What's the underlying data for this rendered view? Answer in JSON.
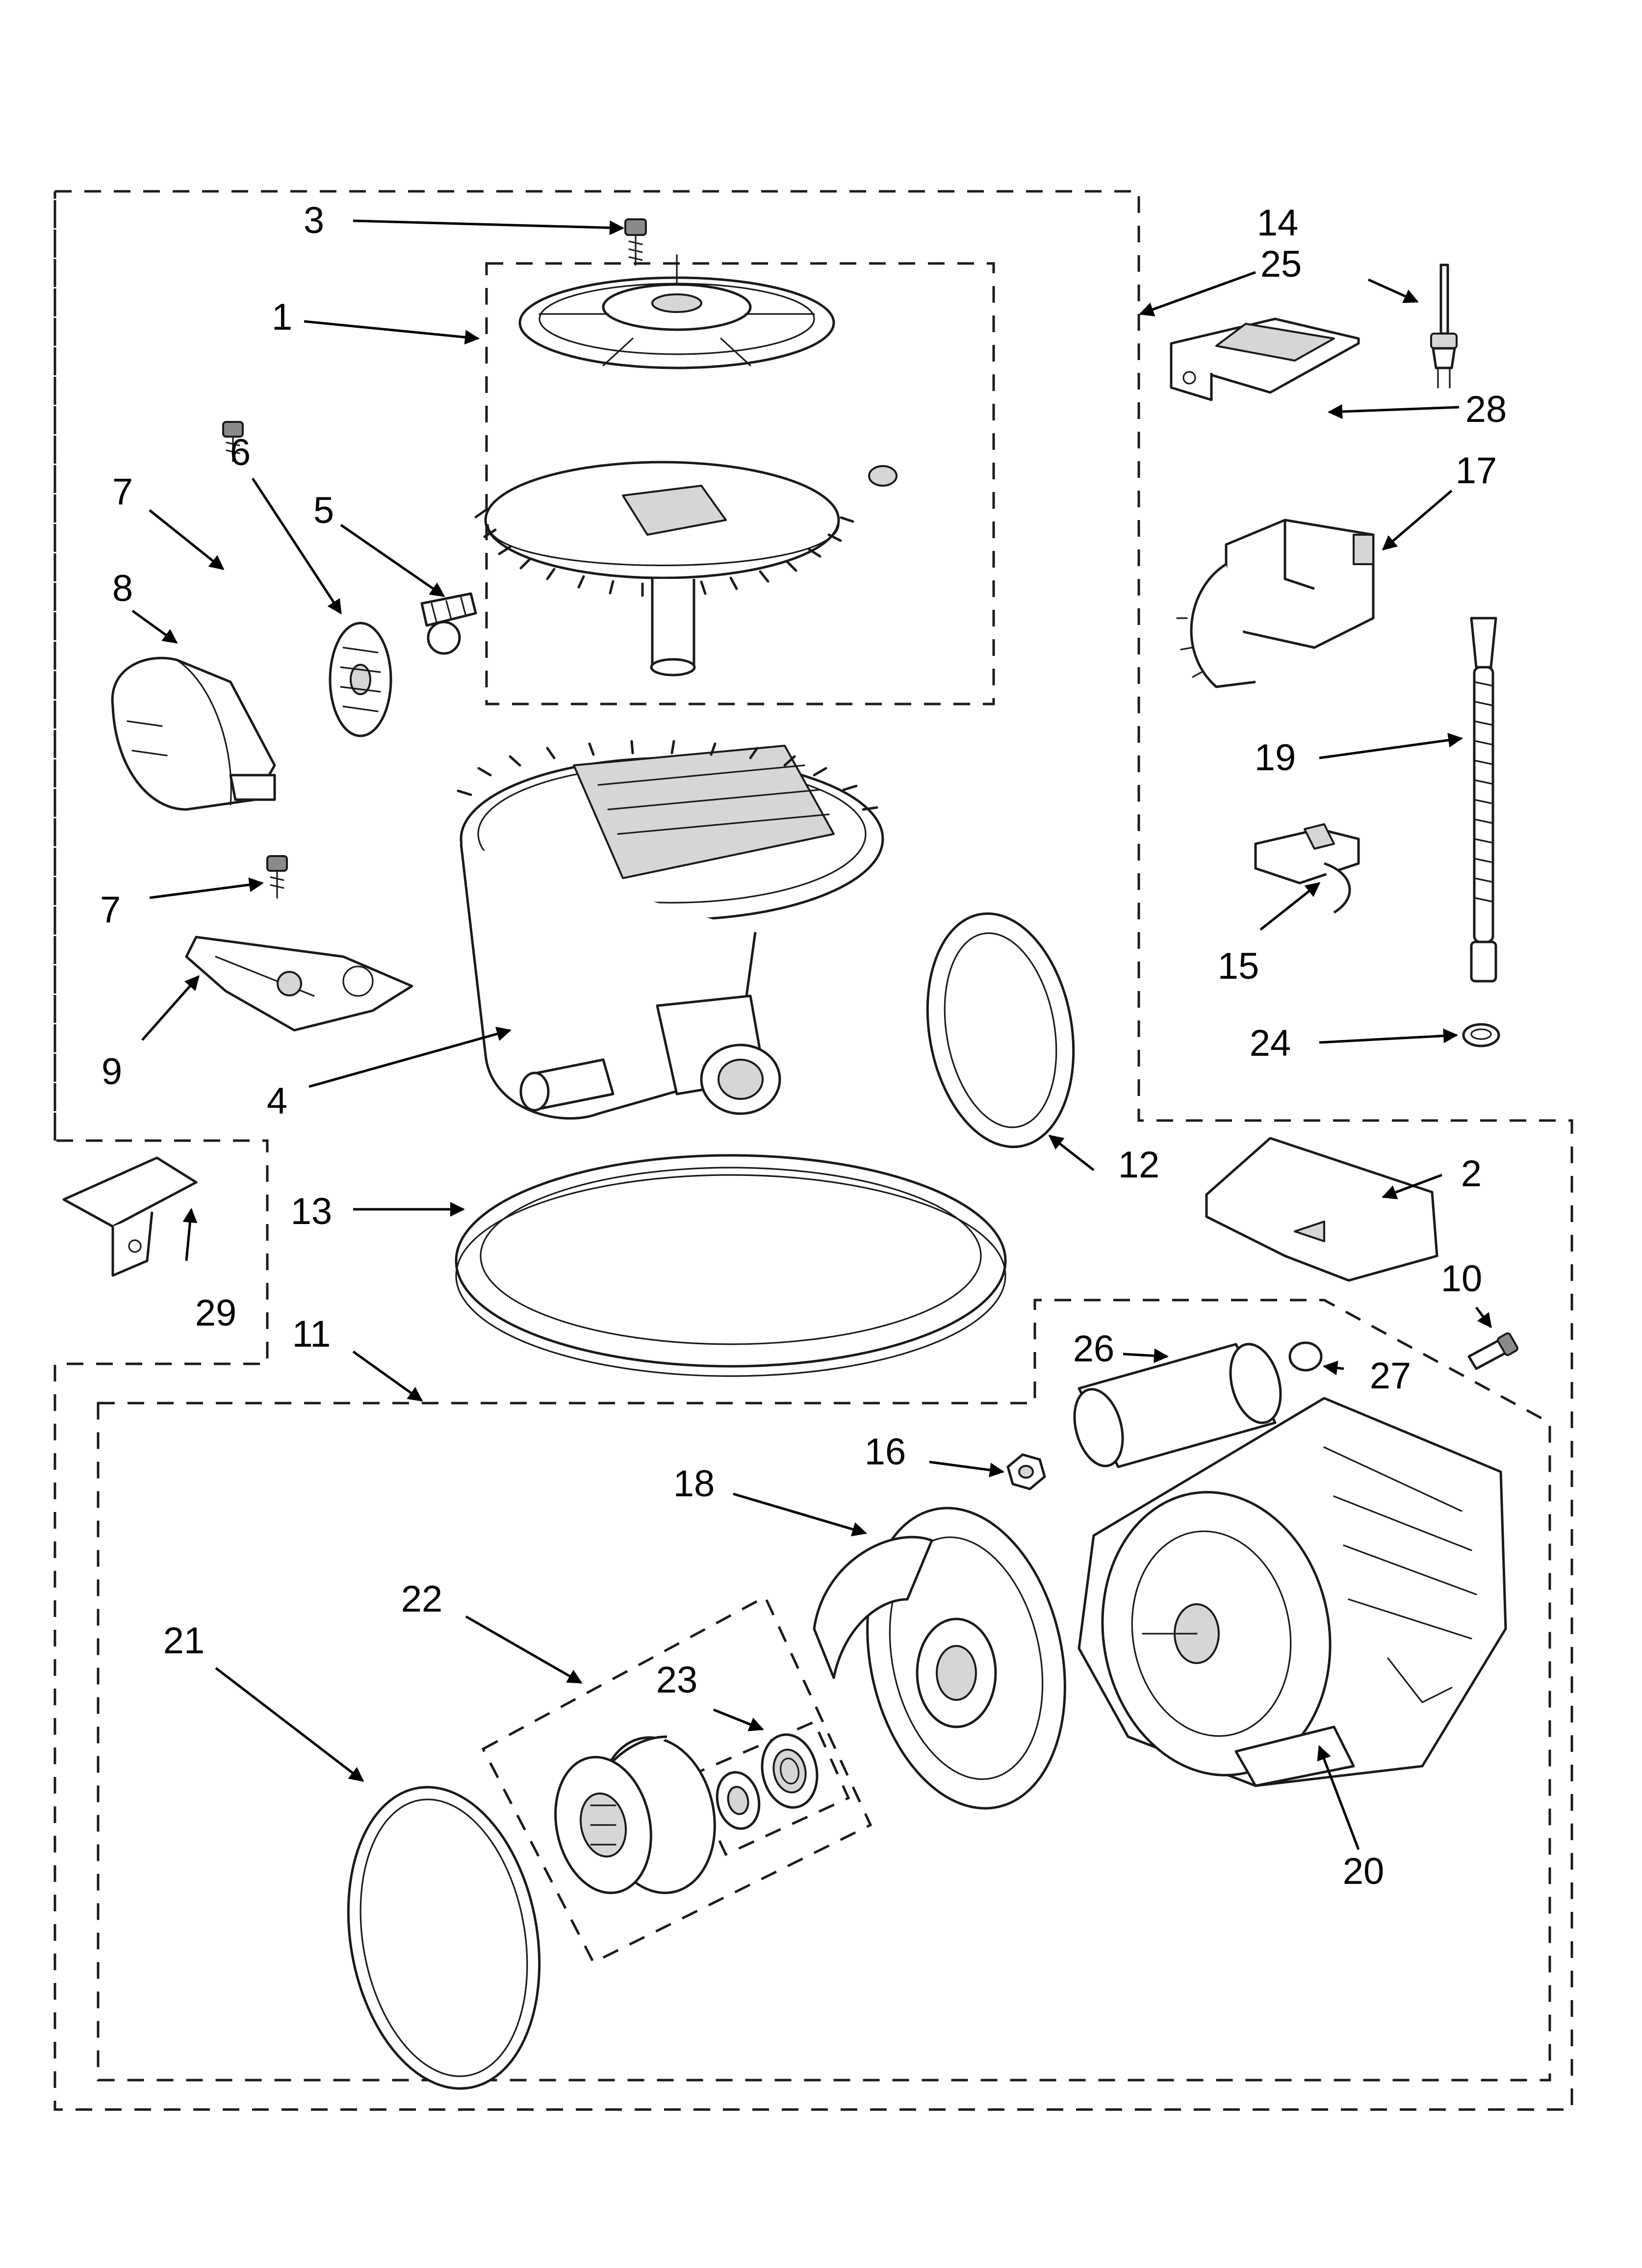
{
  "diagram": {
    "callouts": [
      "1",
      "2",
      "3",
      "4",
      "5",
      "6",
      "7",
      "7",
      "8",
      "9",
      "10",
      "11",
      "12",
      "13",
      "14",
      "15",
      "16",
      "17",
      "18",
      "19",
      "20",
      "21",
      "22",
      "23",
      "24",
      "25",
      "26",
      "27",
      "28",
      "29"
    ]
  }
}
